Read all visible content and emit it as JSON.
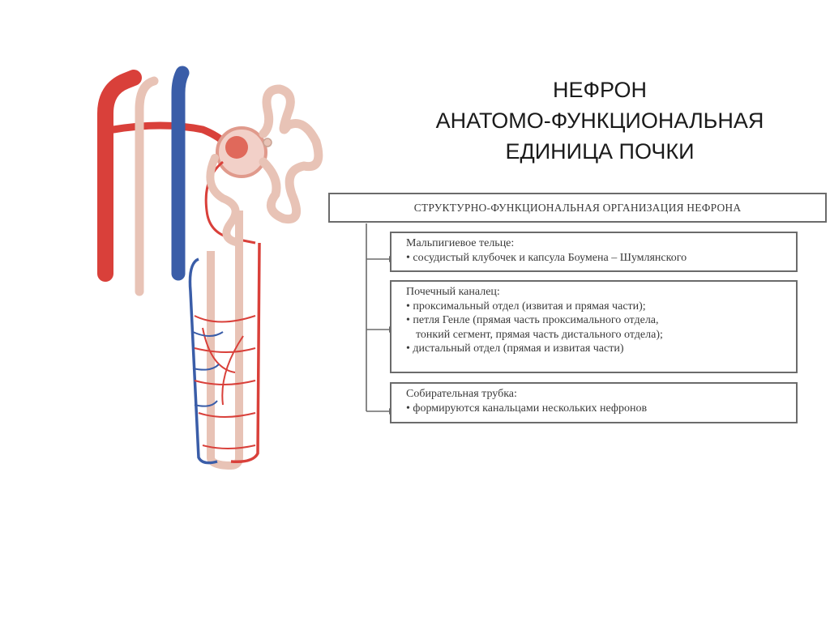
{
  "title": {
    "line1": "НЕФРОН",
    "line2": "АНАТОМО-ФУНКЦИОНАЛЬНАЯ",
    "line3": "ЕДИНИЦА ПОЧКИ"
  },
  "scheme": {
    "header": "СТРУКТУРНО-ФУНКЦИОНАЛЬНАЯ ОРГАНИЗАЦИЯ НЕФРОНА",
    "boxes": [
      {
        "title": "Мальпигиевое тельце:",
        "items": [
          "• сосудистый клубочек и капсула Боумена – Шумлянского"
        ]
      },
      {
        "title": "Почечный каналец:",
        "items": [
          "• проксимальный отдел (извитая и прямая части);",
          "• петля Генле (прямая часть проксимального отдела,",
          "тонкий сегмент, прямая часть дистального отдела);",
          "• дистальный отдел (прямая и извитая части)"
        ]
      },
      {
        "title": "Собирательная трубка:",
        "items": [
          "• формируются канальцами нескольких нефронов"
        ]
      }
    ]
  },
  "colors": {
    "artery": "#d9403a",
    "vein": "#3a5da8",
    "tubule": "#e8c3b6",
    "box_border": "#6b6b6b"
  }
}
